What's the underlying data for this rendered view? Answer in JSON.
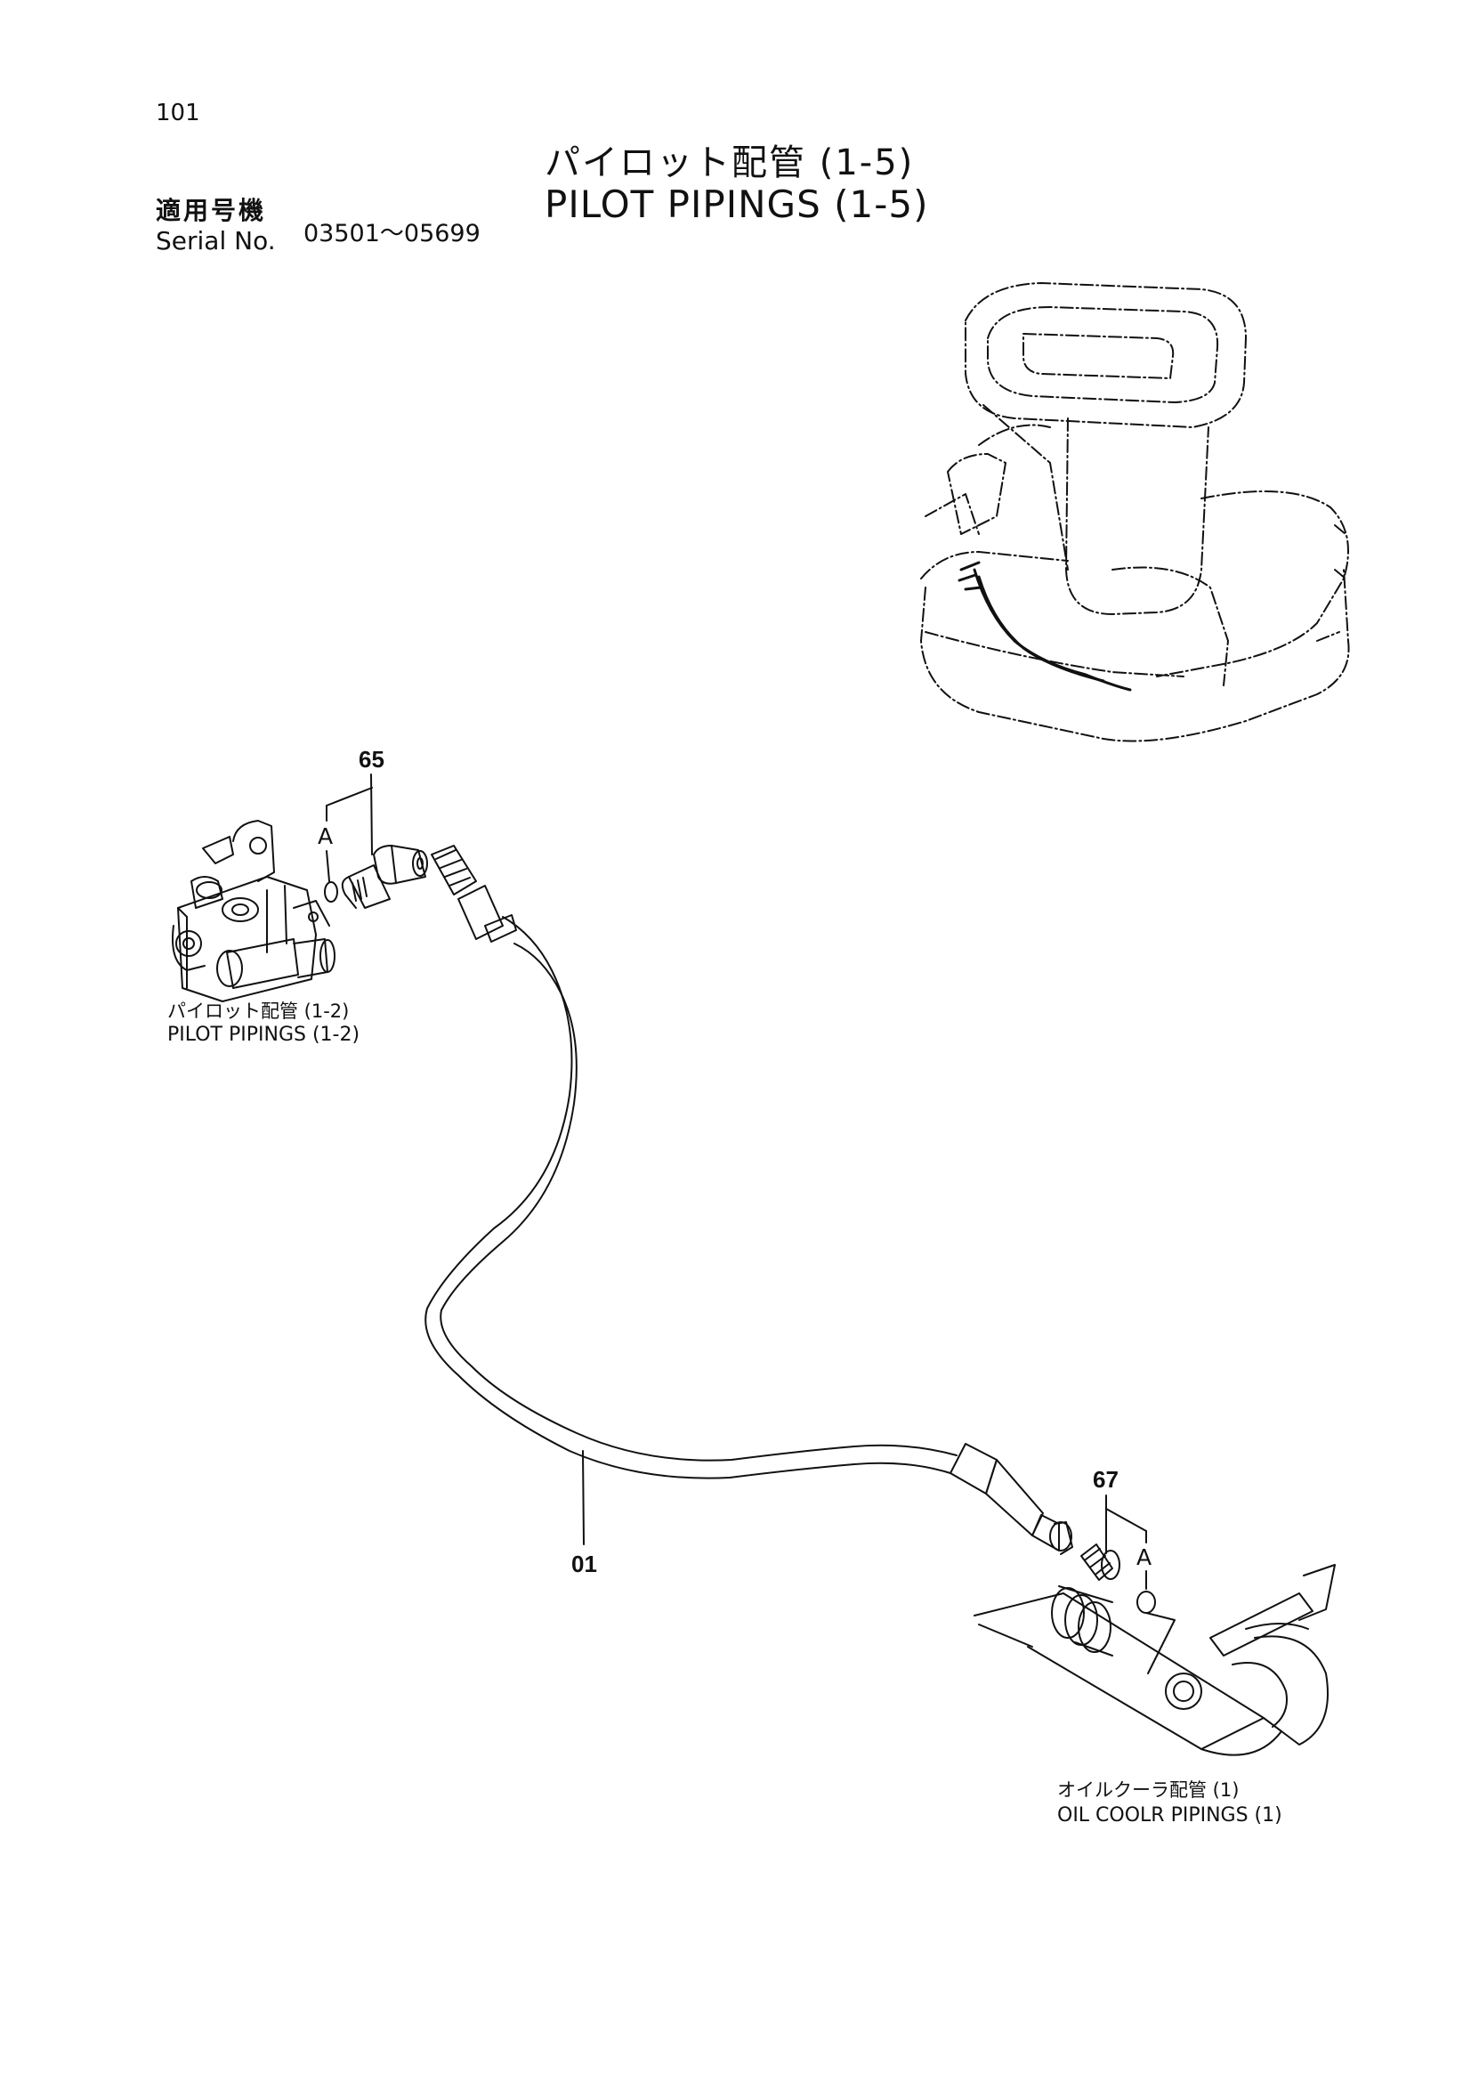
{
  "page": {
    "number": "101"
  },
  "title": {
    "japanese": "パイロット配管 (1-5)",
    "english": "PILOT PIPINGS (1-5)"
  },
  "serial": {
    "label_japanese": "適用号機",
    "label_english": "Serial No.",
    "range": "03501～05699"
  },
  "callouts": {
    "part_65": "65",
    "part_67": "67",
    "part_01": "01",
    "ref_a_top": "A",
    "ref_a_bottom": "A"
  },
  "references": {
    "left": {
      "japanese": "パイロット配管 (1-2)",
      "english": "PILOT PIPINGS (1-2)"
    },
    "right": {
      "japanese": "オイルクーラ配管 (1)",
      "english": "OIL COOLR PIPINGS (1)"
    }
  },
  "colors": {
    "ink": "#111111",
    "paper": "#ffffff"
  }
}
